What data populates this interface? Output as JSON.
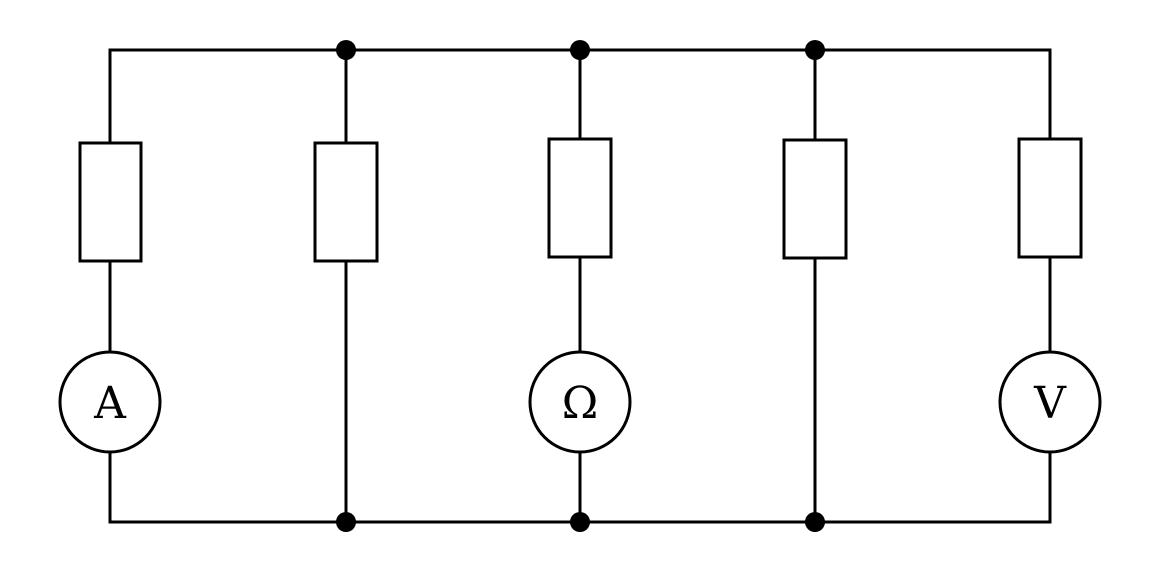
{
  "diagram": {
    "type": "electric-circuit",
    "branches": [
      {
        "id": "branch-1",
        "resistor": true,
        "meter": "A"
      },
      {
        "id": "branch-2",
        "resistor": true,
        "meter": null
      },
      {
        "id": "branch-3",
        "resistor": true,
        "meter": "Ω"
      },
      {
        "id": "branch-4",
        "resistor": true,
        "meter": null
      },
      {
        "id": "branch-5",
        "resistor": true,
        "meter": "V"
      }
    ],
    "meters": {
      "ammeter_label": "A",
      "ohmmeter_label": "Ω",
      "voltmeter_label": "V"
    },
    "colors": {
      "line": "#000000",
      "background": "#ffffff"
    }
  }
}
